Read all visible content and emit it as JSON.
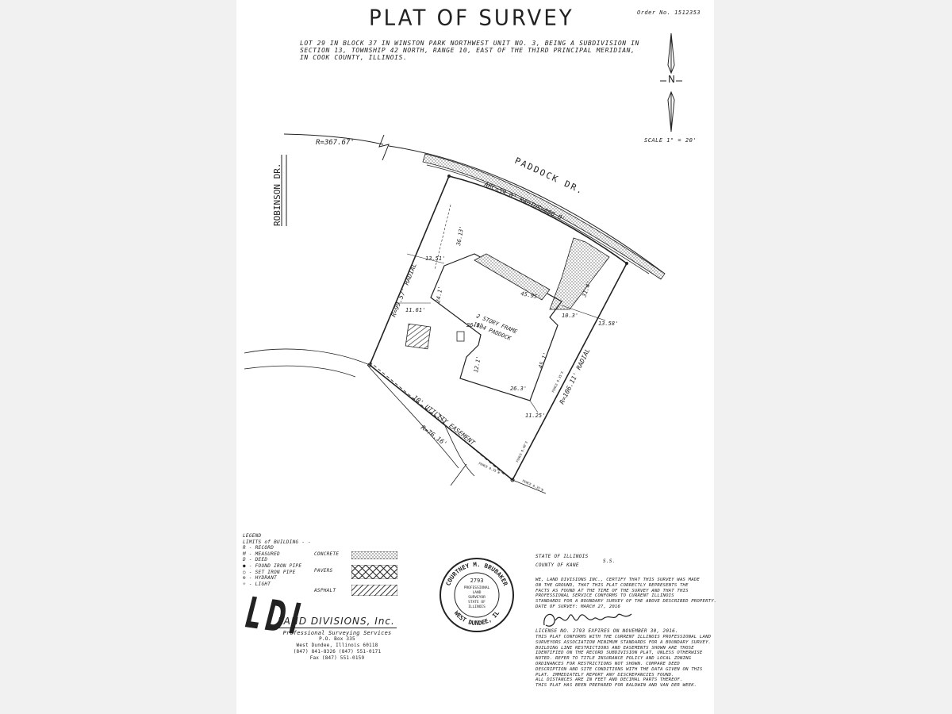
{
  "title": "PLAT OF SURVEY",
  "order_number": "Order No. 1512353",
  "legal_description": [
    "LOT 29 IN BLOCK 37 IN WINSTON PARK NORTHWEST UNIT NO. 3, BEING A SUBDIVISION IN",
    "SECTION 13, TOWNSHIP 42 NORTH, RANGE 10, EAST OF THE THIRD PRINCIPAL MERIDIAN,",
    "IN COOK COUNTY, ILLINOIS."
  ],
  "north_arrow": {
    "letter": "N"
  },
  "scale": "SCALE 1\" = 20'",
  "streets": {
    "robinson": "ROBINSON DR.",
    "paddock": "PADDOCK DR."
  },
  "curve_labels": {
    "r_top": "R=367.67'",
    "arc": "ARC=59.0'  RADIUS=606.0'",
    "r_left": "R=99.57' RADIAL",
    "r_right": "R=106.11' RADIAL",
    "r_bottom": "R=76.16'"
  },
  "dimensions": {
    "setback_front": "36.13'",
    "left_top": "13.51'",
    "left_mid": "11.61'",
    "house_width": "45.95'",
    "house_side": "24.1'",
    "garage_depth": "31.4'",
    "right_top": "13.58'",
    "right_small": "10.3'",
    "wing": "26.6'",
    "porch": "12.1'",
    "right_depth": "45.1'",
    "rear": "26.3'",
    "rear_setback": "11.25'"
  },
  "easement": "10' UTILITY EASEMENT",
  "fence_notes": {
    "a": "FENCE 0.35'E",
    "b": "FENCE 0.40'E",
    "c": "FENCE 0.35'W",
    "d": "FENCE 0.35'N"
  },
  "building": {
    "line1": "2 STORY FRAME",
    "line2": "1104 PADDOCK"
  },
  "legend": {
    "heading": "LEGEND",
    "items": [
      "LIMITS of BUILDING - -",
      "R - RECORD",
      "M - MEASURED",
      "D - DEED",
      "● - FOUND IRON PIPE",
      "○ - SET IRON PIPE",
      "⊕ - HYDRANT",
      "☼ - LIGHT"
    ],
    "concrete": "CONCRETE",
    "pavers": "PAVERS",
    "asphalt": "ASPHALT"
  },
  "seal": {
    "ring_top": "COURTNEY M. BRUBAKER",
    "ring_bottom": "WEST DUNDEE, IL",
    "number": "2793",
    "center_lines": [
      "PROFESSIONAL",
      "LAND",
      "SURVEYOR",
      "STATE OF",
      "ILLINOIS"
    ]
  },
  "company": {
    "logo": "LDI",
    "name": "LAND DIVISIONS, Inc.",
    "subtitle": "Professional Surveying Services",
    "address": "P.O. Box 335",
    "city": "West Dundee, Illinois 60118",
    "phone": "(847) 841-8326   (847) 551-0171",
    "fax": "Fax (847) 551-0159"
  },
  "certification": {
    "state": "STATE OF ILLINOIS",
    "ss": "S.S.",
    "county": "COUNTY OF KANE",
    "statement": [
      "WE, LAND DIVISIONS INC., CERTIFY THAT THIS SURVEY WAS MADE",
      "ON THE GROUND, THAT THIS PLAT CORRECTLY REPRESENTS THE",
      "FACTS AS FOUND AT THE TIME OF THE SURVEY AND THAT THIS",
      "PROFESSIONAL SERVICE CONFORMS TO CURRENT ILLINOIS",
      "STANDARDS FOR A BOUNDARY SURVEY OF THE ABOVE DESCRIBED PROPERTY.",
      "DATE OF SURVEY: MARCH 27, 2016"
    ],
    "license": "LICENSE NO. 2793 EXPIRES ON NOVEMBER 30, 2016.",
    "notes": [
      "THIS PLAT CONFORMS WITH THE CURRENT ILLINOIS PROFESSIONAL LAND",
      "SURVEYORS ASSOCIATION MINIMUM STANDARDS FOR A BOUNDARY SURVEY.",
      "BUILDING LINE RESTRICTIONS AND EASEMENTS SHOWN ARE THOSE",
      "IDENTIFIED ON THE RECORD SUBDIVISION PLAT, UNLESS OTHERWISE",
      "NOTED. REFER TO TITLE INSURANCE POLICY AND LOCAL ZONING",
      "ORDINANCES FOR RESTRICTIONS NOT SHOWN. COMPARE DEED",
      "DESCRIPTION AND SITE CONDITIONS WITH THE DATA GIVEN ON THIS",
      "PLAT. IMMEDIATELY REPORT ANY DISCREPANCIES FOUND.",
      "ALL DISTANCES ARE IN FEET AND DECIMAL PARTS THEREOF.",
      "THIS PLAT HAS BEEN PREPARED FOR BALDWIN AND VAN DER WEEK."
    ]
  }
}
